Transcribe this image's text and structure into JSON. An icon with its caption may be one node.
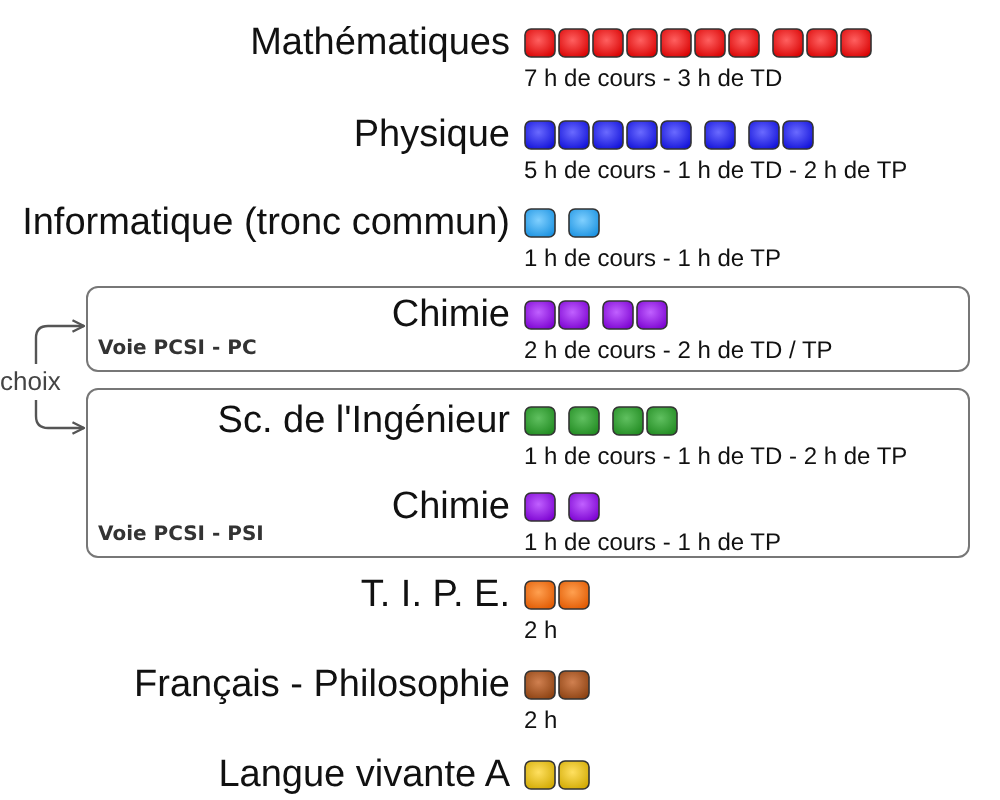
{
  "diagram": {
    "nodes": [
      {
        "text": [
          "Chimie",
          "Voie PCSI - PC",
          "2 h de cours - 2 h de TD / TP"
        ]
      },
      {
        "text": [
          "choix"
        ]
      },
      {
        "text": [
          "Sc. de l'Ingénieur",
          "1 h de cours - 1 h de TD - 2 h de TP",
          "Chimie",
          "Voie PCSI - PSI",
          "1 h de cours - 1 h de TP"
        ]
      }
    ],
    "edges": [
      {
        "from": 1,
        "to": 0,
        "arrow": "to"
      },
      {
        "from": 1,
        "to": 2,
        "arrow": "to"
      }
    ],
    "labels": [
      "Mathématiques",
      "7 h de cours - 3 h de TD",
      "Physique",
      "5 h de cours - 1 h de TD - 2 h de TP",
      "Informatique (tronc commun)",
      "1 h de cours - 1 h de TP",
      "T. I. P. E.",
      "2 h",
      "Français - Philosophie",
      "2 h",
      "Langue vivante A"
    ]
  }
}
